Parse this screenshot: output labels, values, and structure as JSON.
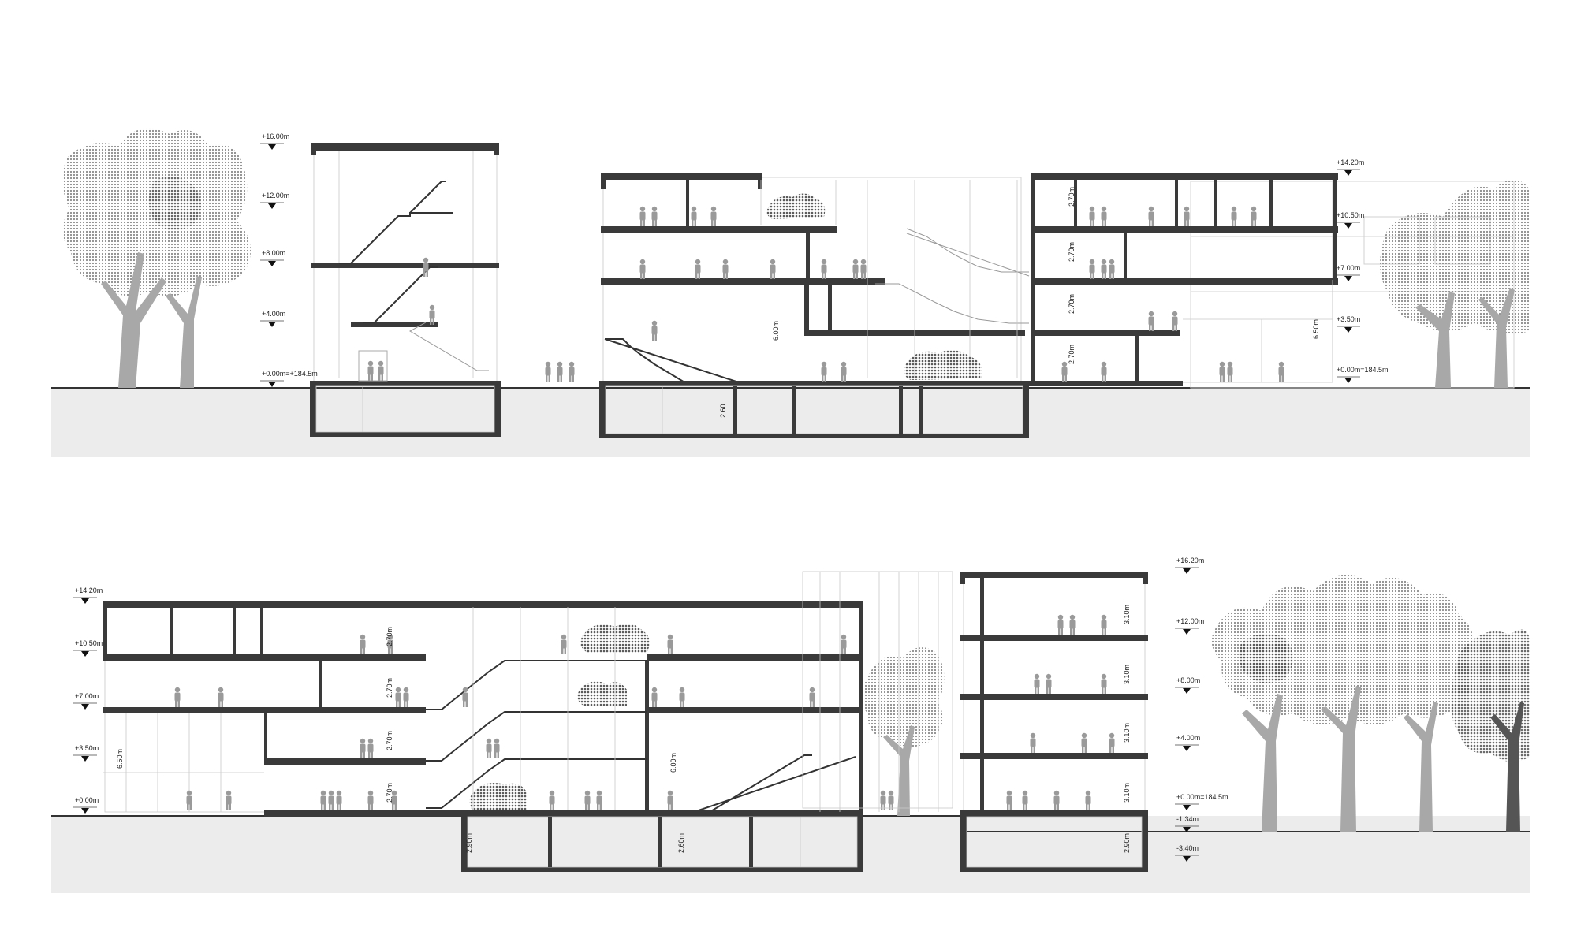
{
  "section_top": {
    "left_levels": [
      "+16.00m",
      "+12.00m",
      "+8.00m",
      "+4.00m",
      "+0.00m=+184.5m"
    ],
    "right_levels": [
      "+14.20m",
      "+10.50m",
      "+7.00m",
      "+3.50m",
      "+0.00m=184.5m"
    ],
    "dims": {
      "right_block_1": "2.70m",
      "right_block_2": "2.70m",
      "right_block_3": "2.70m",
      "right_block_4": "2.70m",
      "atrium_height": "6.00m",
      "basement": "2.60",
      "right_facade": "6.50m"
    }
  },
  "section_bottom": {
    "left_levels": [
      "+14.20m",
      "+10.50m",
      "+7.00m",
      "+3.50m",
      "+0.00m"
    ],
    "right_levels": [
      "+16.20m",
      "+12.00m",
      "+8.00m",
      "+4.00m",
      "+0.00m=184.5m",
      "-1.34m",
      "-3.40m"
    ],
    "dims": {
      "left_facade": "6.50m",
      "block_1": "2.70m",
      "block_2": "2.70m",
      "block_3": "2.70m",
      "block_4": "2.70m",
      "atrium_height": "6.00m",
      "basement_1": "2.90m",
      "basement_2": "2.60m",
      "tower_1": "3.10m",
      "tower_2": "3.10m",
      "tower_3": "3.10m",
      "tower_4": "3.10m",
      "tower_basement": "2.90m"
    }
  }
}
